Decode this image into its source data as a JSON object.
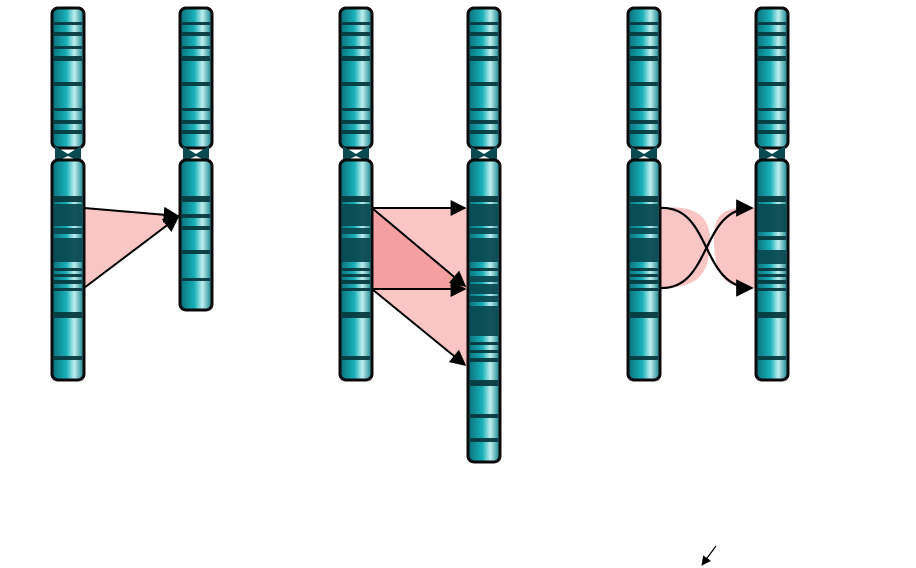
{
  "panels": [
    {
      "id": "deletion",
      "source": {
        "name": "chromosome-normal",
        "arm_p_bands": 7,
        "arm_q_bands": 9
      },
      "result": {
        "name": "chromosome-deleted",
        "arm_p_bands": 7,
        "arm_q_bands": 5
      },
      "connector": "triangle-arrows"
    },
    {
      "id": "duplication",
      "source": {
        "name": "chromosome-normal",
        "arm_p_bands": 7,
        "arm_q_bands": 9
      },
      "result": {
        "name": "chromosome-duplicated",
        "arm_p_bands": 7,
        "arm_q_bands": 14
      },
      "connector": "fan-arrows"
    },
    {
      "id": "inversion",
      "source": {
        "name": "chromosome-normal",
        "arm_p_bands": 7,
        "arm_q_bands": 9
      },
      "result": {
        "name": "chromosome-inverted",
        "arm_p_bands": 7,
        "arm_q_bands": 9
      },
      "connector": "twisted-ribbon"
    }
  ],
  "colors": {
    "chromosome_body": "#0e8f96",
    "chromosome_dark_band": "#0a4a52",
    "chromosome_light_band": "#b8e6ea",
    "chromosome_outline": "#0b0b0b",
    "segment_fill": "#f9c5c5",
    "segment_fill_strong": "#f4a0a0",
    "arrow": "#000000"
  }
}
